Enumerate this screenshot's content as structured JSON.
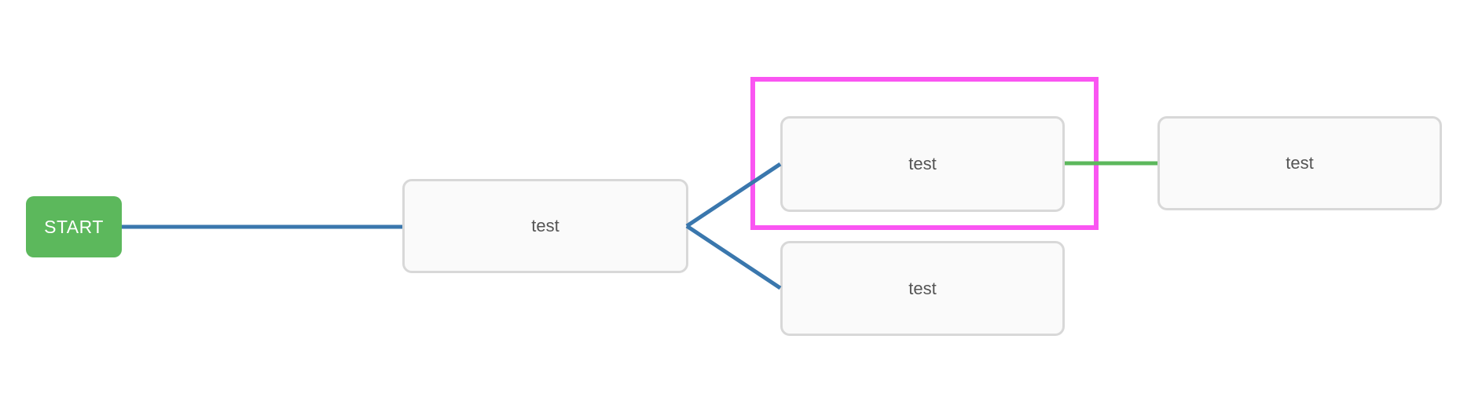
{
  "diagram": {
    "nodes": [
      {
        "id": "start",
        "label": "START",
        "kind": "start"
      },
      {
        "id": "test1",
        "label": "test",
        "kind": "step"
      },
      {
        "id": "test2",
        "label": "test",
        "kind": "step",
        "selected": true
      },
      {
        "id": "test3",
        "label": "test",
        "kind": "step"
      },
      {
        "id": "test4",
        "label": "test",
        "kind": "step"
      }
    ],
    "edges": [
      {
        "from": "start",
        "to": "test1",
        "color": "#3a77ad"
      },
      {
        "from": "test1",
        "to": "test2",
        "color": "#3a77ad"
      },
      {
        "from": "test1",
        "to": "test3",
        "color": "#3a77ad"
      },
      {
        "from": "test2",
        "to": "test4",
        "color": "#5cb85c"
      }
    ],
    "selection": {
      "selected_node": "test2",
      "highlight_color": "#fa55f2"
    }
  },
  "colors": {
    "start_node_bg": "#5cb85c",
    "start_node_text": "#ffffff",
    "connector_blue": "#3a77ad",
    "connector_green": "#5cb85c",
    "highlight_magenta": "#fa55f2",
    "node_bg": "#fafafa",
    "node_border": "#d8d8d8",
    "node_text": "#555555",
    "canvas_bg": "#ffffff"
  }
}
